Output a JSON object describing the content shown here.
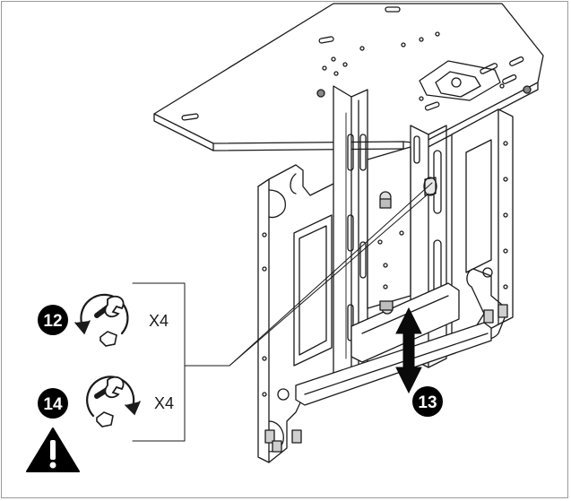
{
  "steps": [
    {
      "number": "12",
      "quantity": "X4",
      "tool_icon": "wrench-loosen-icon"
    },
    {
      "number": "14",
      "quantity": "X4",
      "tool_icon": "wrench-tighten-icon"
    },
    {
      "number": "13",
      "motion_icon": "up-down-arrow-icon"
    }
  ],
  "warning_icon": "warning-triangle-icon",
  "colors": {
    "line": "#1a1a1a",
    "fill_light": "#f7f7f7",
    "badge": "#000000",
    "frame": "#9a9a9a"
  }
}
